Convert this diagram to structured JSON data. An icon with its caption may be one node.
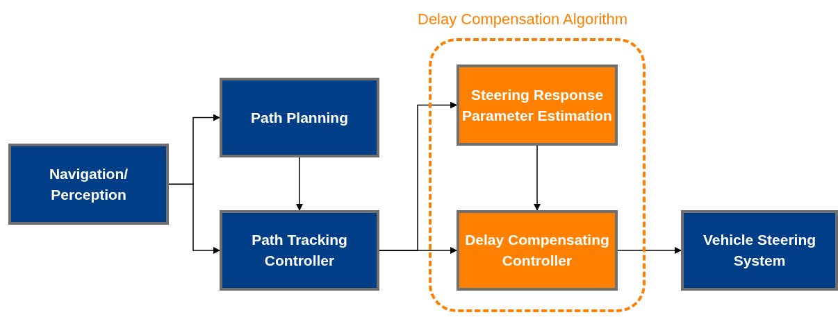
{
  "diagram": {
    "nodes": [
      {
        "text": [
          "Navigation/ Perception"
        ]
      },
      {
        "text": [
          "Path Planning"
        ]
      },
      {
        "text": [
          "Path Tracking Controller"
        ]
      },
      {
        "text": [
          "Delay Compensation Algorithm"
        ]
      },
      {
        "text": [
          "Steering Response Parameter Estimation"
        ],
        "in": 3
      },
      {
        "text": [
          "Delay Compensating Controller"
        ],
        "in": 3
      },
      {
        "text": [
          "Vehicle Steering System"
        ]
      }
    ],
    "edges": [
      {
        "from": 0,
        "to": 1,
        "arrow": "to"
      },
      {
        "from": 0,
        "to": 2,
        "arrow": "to"
      },
      {
        "from": 1,
        "to": 2,
        "arrow": "to"
      },
      {
        "from": 2,
        "to": 5,
        "arrow": "to"
      },
      {
        "from": 2,
        "to": 4,
        "arrow": "to"
      },
      {
        "from": 4,
        "to": 5,
        "arrow": "to"
      },
      {
        "from": 5,
        "to": 6,
        "arrow": "to"
      }
    ]
  }
}
